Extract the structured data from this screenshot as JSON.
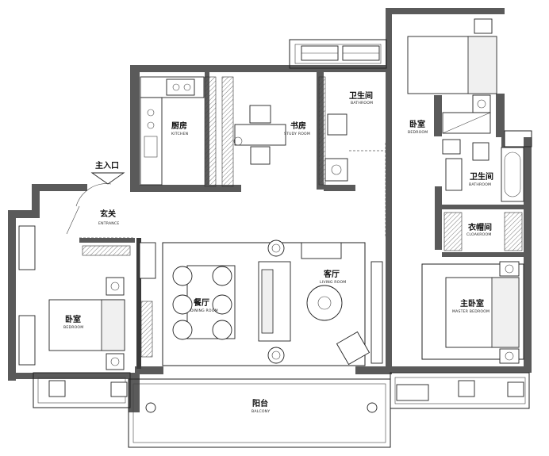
{
  "rooms": {
    "kitchen": {
      "zh": "厨房",
      "en": "KITCHEN"
    },
    "study": {
      "zh": "书房",
      "en": "STUDY ROOM"
    },
    "bath_top": {
      "zh": "卫生间",
      "en": "BATHROOM"
    },
    "bedroom_top": {
      "zh": "卧室",
      "en": "BEDROOM"
    },
    "bath_right": {
      "zh": "卫生间",
      "en": "BATHROOM"
    },
    "closet": {
      "zh": "衣帽间",
      "en": "CLOAKROOM"
    },
    "entrance": {
      "zh": "玄关",
      "en": "ENTRANCE"
    },
    "living": {
      "zh": "客厅",
      "en": "LIVING ROOM"
    },
    "dining": {
      "zh": "餐厅",
      "en": "DINING ROOM"
    },
    "bedroom_left": {
      "zh": "卧室",
      "en": "BEDROOM"
    },
    "master": {
      "zh": "主卧室",
      "en": "MASTER BEDROOM"
    },
    "balcony": {
      "zh": "阳台",
      "en": "BALCONY"
    }
  },
  "main_entry": {
    "label": "主入口"
  }
}
